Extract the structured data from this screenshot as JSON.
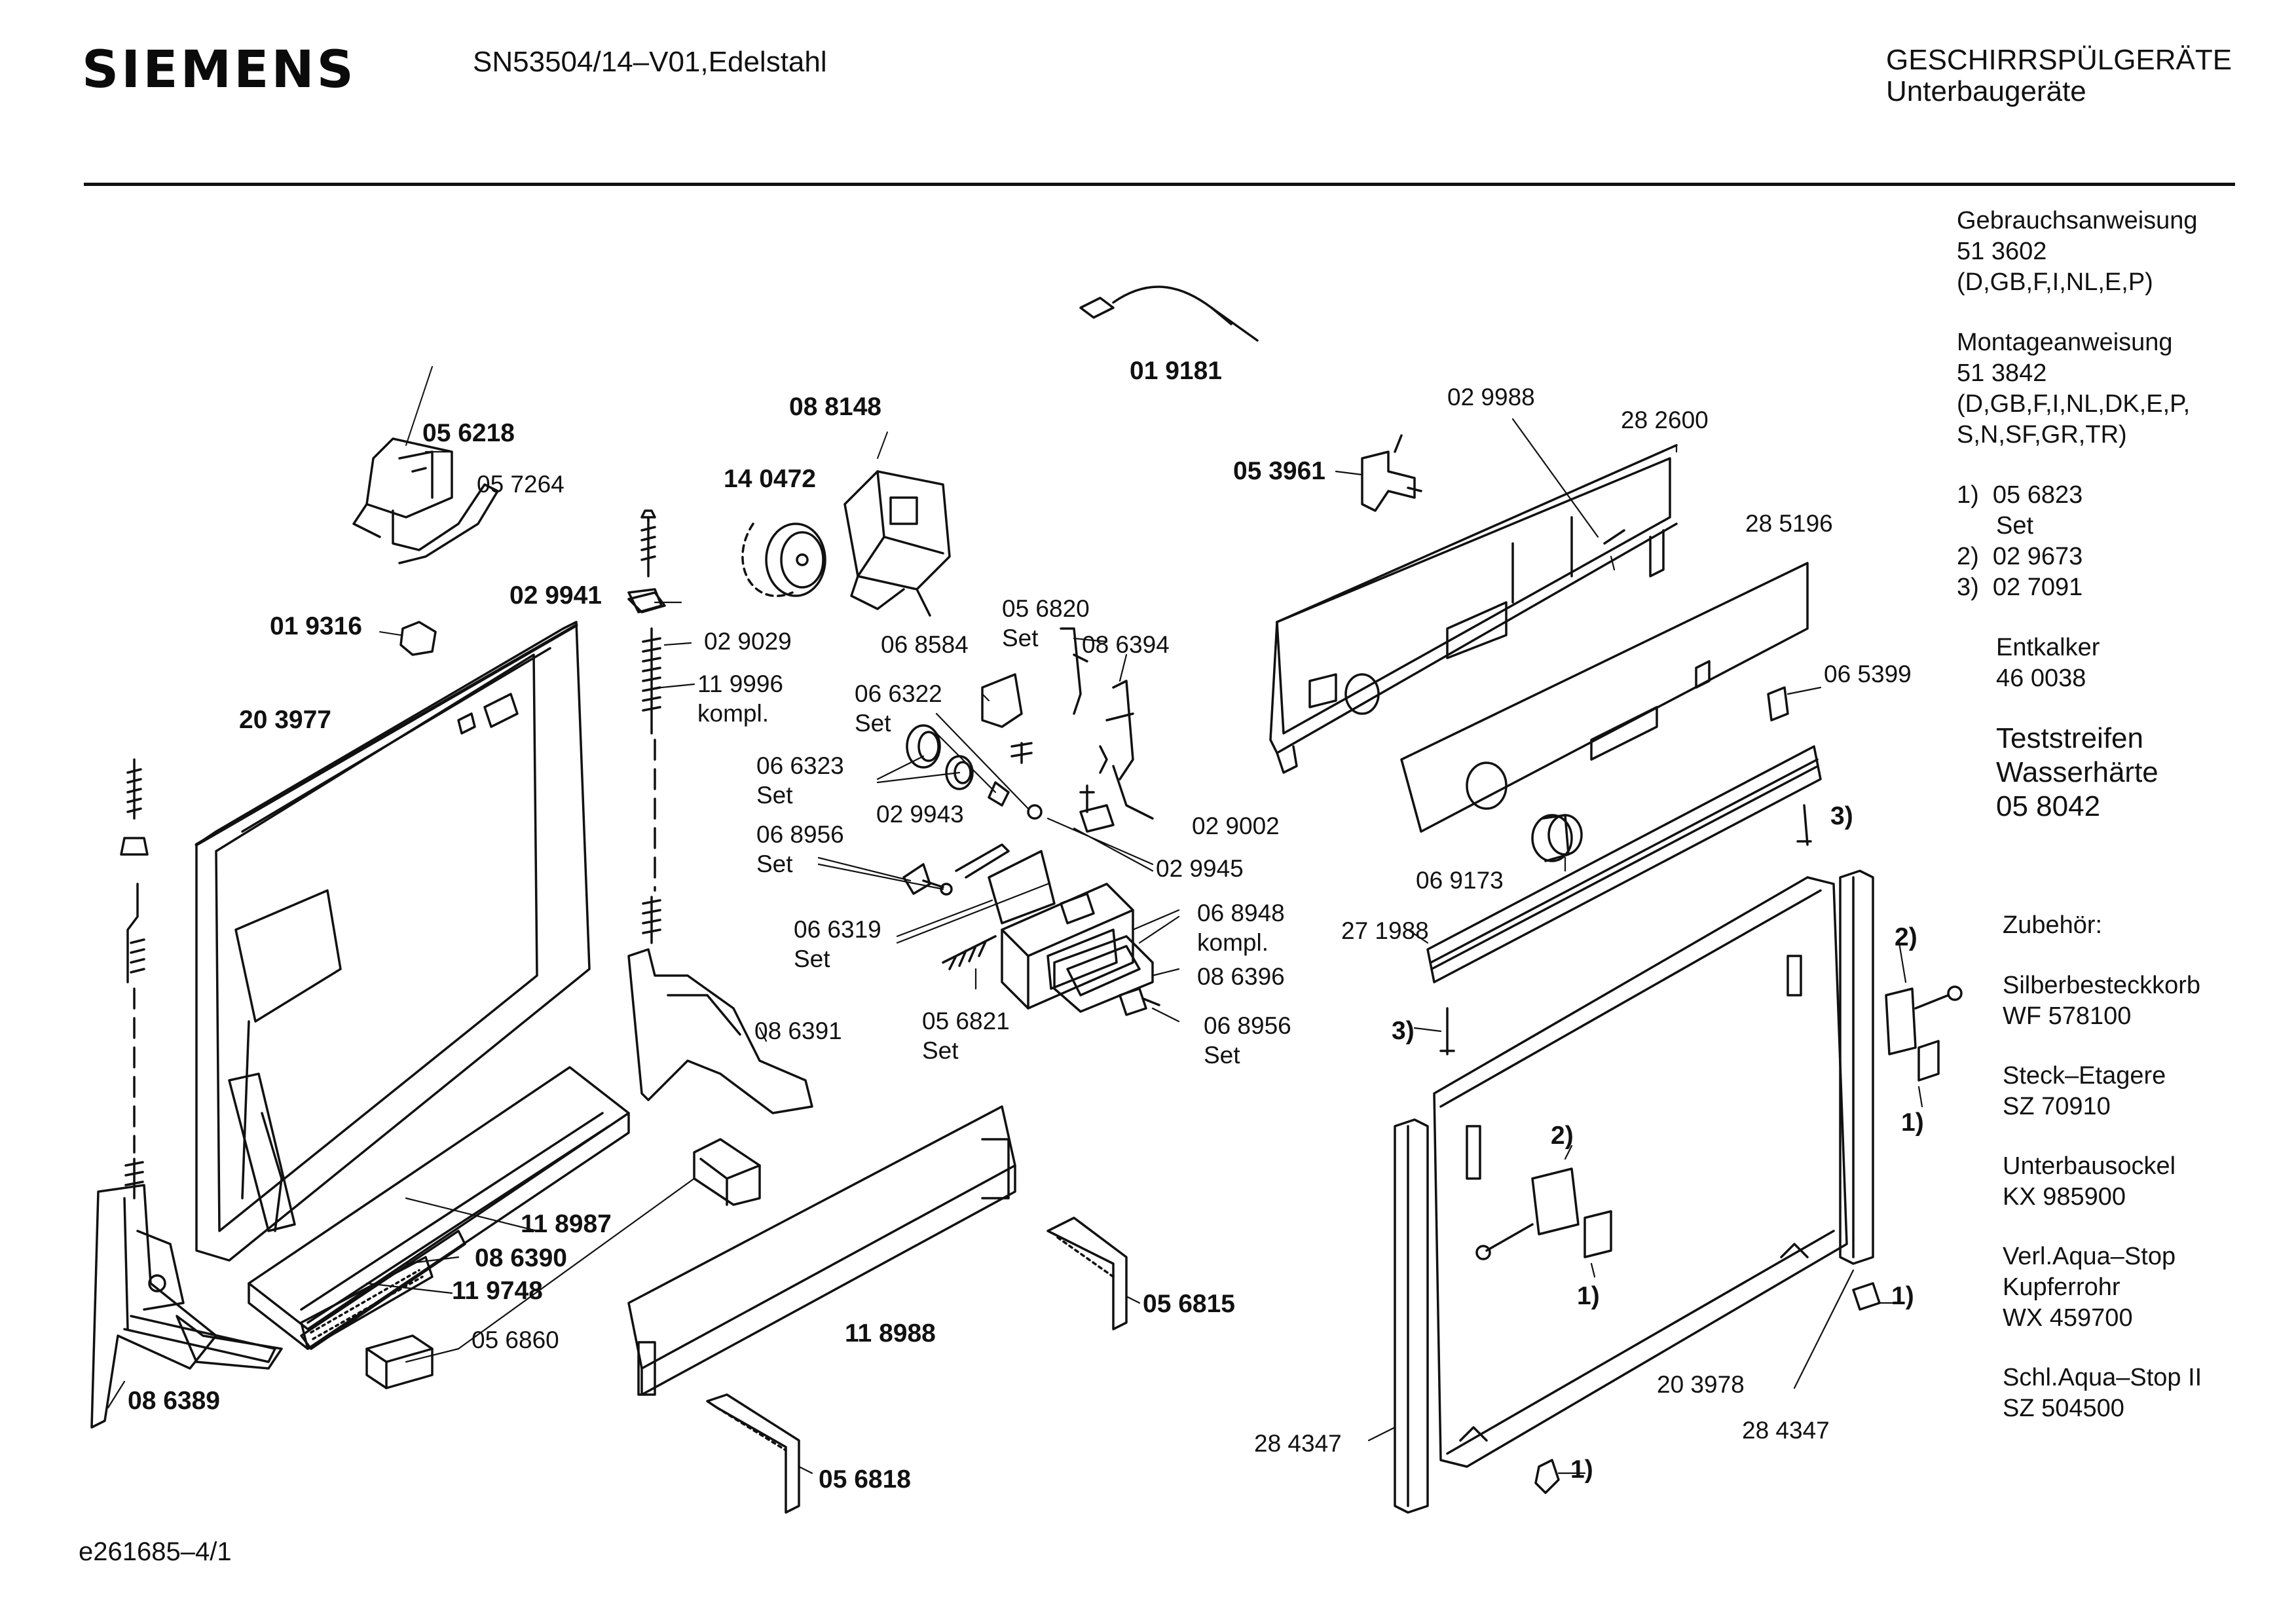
{
  "header": {
    "brand": "SIEMENS",
    "model": "SN53504/14–V01,Edelstahl",
    "category_line1": "GESCHIRRSPÜLGERÄTE",
    "category_line2": "Unterbaugeräte"
  },
  "footer": {
    "doc_id": "e261685–4/1"
  },
  "sidebar": {
    "gebrauch_title": "Gebrauchsanweisung",
    "gebrauch_number": "51 3602",
    "gebrauch_langs": "(D,GB,F,I,NL,E,P)",
    "montage_title": "Montageanweisung",
    "montage_number": "51 3842",
    "montage_langs_1": "(D,GB,F,I,NL,DK,E,P,",
    "montage_langs_2": "S,N,SF,GR,TR)",
    "note1": "1)  05 6823",
    "note1_sub": "Set",
    "note2": "2)  02 9673",
    "note3": "3)  02 7091",
    "entkalker_label": "Entkalker",
    "entkalker_number": "46 0038",
    "teststreifen_1": "Teststreifen",
    "teststreifen_2": "Wasserhärte",
    "teststreifen_3": "05 8042",
    "zubehoer_title": "Zubehör:",
    "acc1_name": "Silberbesteckkorb",
    "acc1_code": "WF 578100",
    "acc2_name": "Steck–Etagere",
    "acc2_code": "SZ 70910",
    "acc3_name": "Unterbausockel",
    "acc3_code": "KX 985900",
    "acc4_name_1": "Verl.Aqua–Stop",
    "acc4_name_2": "Kupferrohr",
    "acc4_code": "WX 459700",
    "acc5_name": "Schl.Aqua–Stop II",
    "acc5_code": "SZ 504500"
  },
  "parts": {
    "p019181": "01 9181",
    "p088148": "08 8148",
    "p140472": "14 0472",
    "p056218": "05 6218",
    "p057264": "05 7264",
    "p029941": "02 9941",
    "p019316": "01 9316",
    "p029029": "02 9029",
    "p119996": "11 9996",
    "kompl_a": "kompl.",
    "p203977": "20 3977",
    "p056820": "05 6820",
    "set_a": "Set",
    "p068584": "06 8584",
    "p086394": "08 6394",
    "p066322": "06 6322",
    "set_b": "Set",
    "p066323": "06 6323",
    "set_c": "Set",
    "p068956a": "06 8956",
    "set_d": "Set",
    "p029943": "02 9943",
    "p029002": "02 9002",
    "p029945": "02 9945",
    "p066319": "06 6319",
    "set_e": "Set",
    "p068948": "06 8948",
    "kompl_b": "kompl.",
    "p086396": "08 6396",
    "p056821": "05 6821",
    "set_f": "Set",
    "p068956b": "06 8956",
    "set_g": "Set",
    "p086391": "08 6391",
    "p118987": "11 8987",
    "p086390": "08 6390",
    "p119748": "11 9748",
    "p056860": "05 6860",
    "p086389": "08 6389",
    "p118988": "11 8988",
    "p056815": "05 6815",
    "p056818": "05 6818",
    "p053961": "05 3961",
    "p029988": "02 9988",
    "p282600": "28 2600",
    "p285196": "28 5196",
    "p065399": "06 5399",
    "p069173": "06 9173",
    "p271988": "27 1988",
    "note3_a": "3)",
    "note3_b": "3)",
    "note2_a": "2)",
    "note2_b": "2)",
    "note1_a": "1)",
    "note1_b": "1)",
    "note1_c": "1)",
    "note1_d": "1)",
    "p203978": "20 3978",
    "p284347a": "28 4347",
    "p284347b": "28 4347"
  }
}
